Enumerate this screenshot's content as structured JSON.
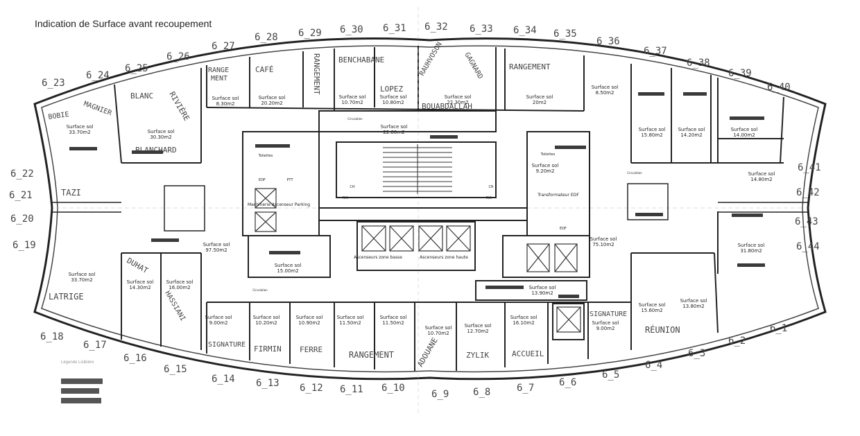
{
  "title": "Indication de Surface avant recoupement",
  "legend_text": "Légende Lisibière",
  "colors": {
    "wall": "#222222",
    "redaction": "#3a3a3a",
    "hand": "#444444"
  },
  "office_numbers": {
    "top": [
      "6_23",
      "6_24",
      "6_25",
      "6_26",
      "6_27",
      "6_28",
      "6_29",
      "6_30",
      "6_31",
      "6_32",
      "6_33",
      "6_34",
      "6_35",
      "6_36",
      "6_37",
      "6_38",
      "6_39",
      "6_40"
    ],
    "left": [
      "6_22",
      "6_21",
      "6_20",
      "6_19"
    ],
    "right": [
      "6_41",
      "6_42",
      "6_43",
      "6_44"
    ],
    "bottom": [
      "6_18",
      "6_17",
      "6_16",
      "6_15",
      "6_14",
      "6_13",
      "6_12",
      "6_11",
      "6_10",
      "6_9",
      "6_8",
      "6_7",
      "6_6",
      "6_5",
      "6_4",
      "6_3",
      "6_2",
      "6_1"
    ]
  },
  "rooms": [
    {
      "label": "Surface sol",
      "area": "33.70m2",
      "hand": [
        "BOBIE",
        "MAGNIER"
      ]
    },
    {
      "label": "Surface sol",
      "area": "30.30m2",
      "hand": [
        "BLANC",
        "RIVIÈRE",
        "BLANCHARD"
      ]
    },
    {
      "label": "Surface sol",
      "area": "8.30m2",
      "hand": [
        "RANGE",
        "MENT"
      ]
    },
    {
      "label": "Surface sol",
      "area": "20.20m2",
      "hand": [
        "CAFÉ"
      ]
    },
    {
      "label": "",
      "area": "",
      "hand": [
        "RANGEMENT"
      ]
    },
    {
      "label": "Surface sol",
      "area": "10.70m2",
      "hand": [
        "BENCHABANE"
      ]
    },
    {
      "label": "Surface sol",
      "area": "10.80m2",
      "hand": [
        "LOPEZ"
      ]
    },
    {
      "label": "Surface sol",
      "area": "22.30m2",
      "hand": [
        "RAUHVOSON",
        "GAGNARD",
        "BOUABDALLAH"
      ]
    },
    {
      "label": "Surface sol",
      "area": "20m2",
      "hand": [
        "RANGEMENT"
      ]
    },
    {
      "label": "Surface sol",
      "area": "8.50m2",
      "hand": []
    },
    {
      "label": "Surface sol",
      "area": "15.80m2",
      "hand": []
    },
    {
      "label": "Surface sol",
      "area": "14.20m2",
      "hand": []
    },
    {
      "label": "Surface sol",
      "area": "14.00m2",
      "hand": []
    },
    {
      "label": "Surface sol",
      "area": "14.80m2",
      "hand": []
    },
    {
      "label": "Surface sol",
      "area": "22.80m2",
      "hand": []
    },
    {
      "label": "Surface sol",
      "area": "97.50m2",
      "hand": []
    },
    {
      "label": "Surface sol",
      "area": "15.00m2",
      "hand": []
    },
    {
      "label": "Surface sol",
      "area": "75.10m2",
      "hand": []
    },
    {
      "label": "Surface sol",
      "area": "31.80m2",
      "hand": []
    },
    {
      "label": "Surface sol",
      "area": "33.70m2",
      "hand": [
        "LATRIGE"
      ]
    },
    {
      "label": "",
      "area": "",
      "hand": [
        "TAZI"
      ]
    },
    {
      "label": "Surface sol",
      "area": "14.30m2",
      "hand": [
        "DUHAT"
      ]
    },
    {
      "label": "Surface sol",
      "area": "16.00m2",
      "hand": [
        "HASSIANI"
      ]
    },
    {
      "label": "Surface sol",
      "area": "9.00m2",
      "hand": [
        "SIGNATURE"
      ]
    },
    {
      "label": "Surface sol",
      "area": "10.20m2",
      "hand": [
        "FIRMIN"
      ]
    },
    {
      "label": "Surface sol",
      "area": "10.90m2",
      "hand": [
        "FERRE"
      ]
    },
    {
      "label": "Surface sol",
      "area": "11.50m2",
      "hand": [
        "RANGEMENT"
      ]
    },
    {
      "label": "Surface sol",
      "area": "11.50m2",
      "hand": []
    },
    {
      "label": "Surface sol",
      "area": "10.70m2",
      "hand": [
        "ADOUANE"
      ]
    },
    {
      "label": "Surface sol",
      "area": "12.70m2",
      "hand": [
        "ZYLIK"
      ]
    },
    {
      "label": "Surface sol",
      "area": "16.10m2",
      "hand": [
        "ACCUEIL"
      ]
    },
    {
      "label": "Surface sol",
      "area": "9.00m2",
      "hand": [
        "SIGNATURE"
      ]
    },
    {
      "label": "Surface sol",
      "area": "15.60m2",
      "hand": [
        "RÉUNION"
      ]
    },
    {
      "label": "Surface sol",
      "area": "13.80m2",
      "hand": []
    },
    {
      "label": "Surface sol",
      "area": "13.90m2",
      "hand": []
    },
    {
      "label": "Surface sol",
      "area": "9.20m2",
      "hand": []
    }
  ],
  "core_labels": {
    "machinerie": "Machinerie Ascenseur Parking",
    "transfo": "Transformateur EDF",
    "asc_basse": "Ascenseurs zone basse",
    "asc_haute": "Ascenseurs zone haute",
    "toilettes": "Toilettes",
    "circulation": "Circulation",
    "edf": "EDF",
    "ptt": "PTT",
    "ria": "RIA",
    "cr": "CR",
    "ch": "CH"
  }
}
